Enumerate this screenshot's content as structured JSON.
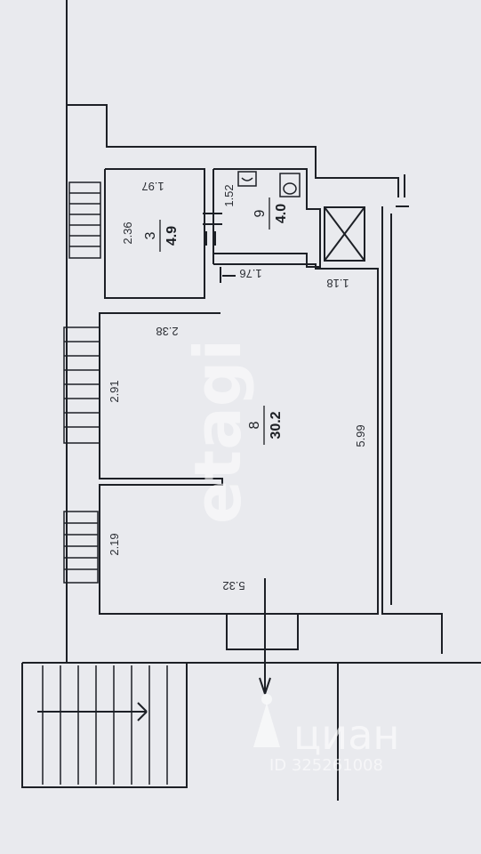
{
  "rooms": [
    {
      "number": "3",
      "area": "4.9"
    },
    {
      "number": "9",
      "area": "4.0"
    },
    {
      "number": "8",
      "area": "30.2"
    }
  ],
  "dimensions": {
    "room3_top": "1.97",
    "room3_left": "2.36",
    "wc_left": "1.52",
    "corridor": "1.76",
    "shaft_side": "1.18",
    "main_top": "2.38",
    "main_left_upper": "2.91",
    "main_right": "5.99",
    "main_left_lower": "2.19",
    "main_bottom": "5.32"
  },
  "watermarks": {
    "etagi": "etagi",
    "cian": "циан",
    "id": "ID 325261008"
  },
  "colors": {
    "background": "#e9eaee",
    "wall": "#1d2026",
    "watermark": "#ffffff"
  }
}
